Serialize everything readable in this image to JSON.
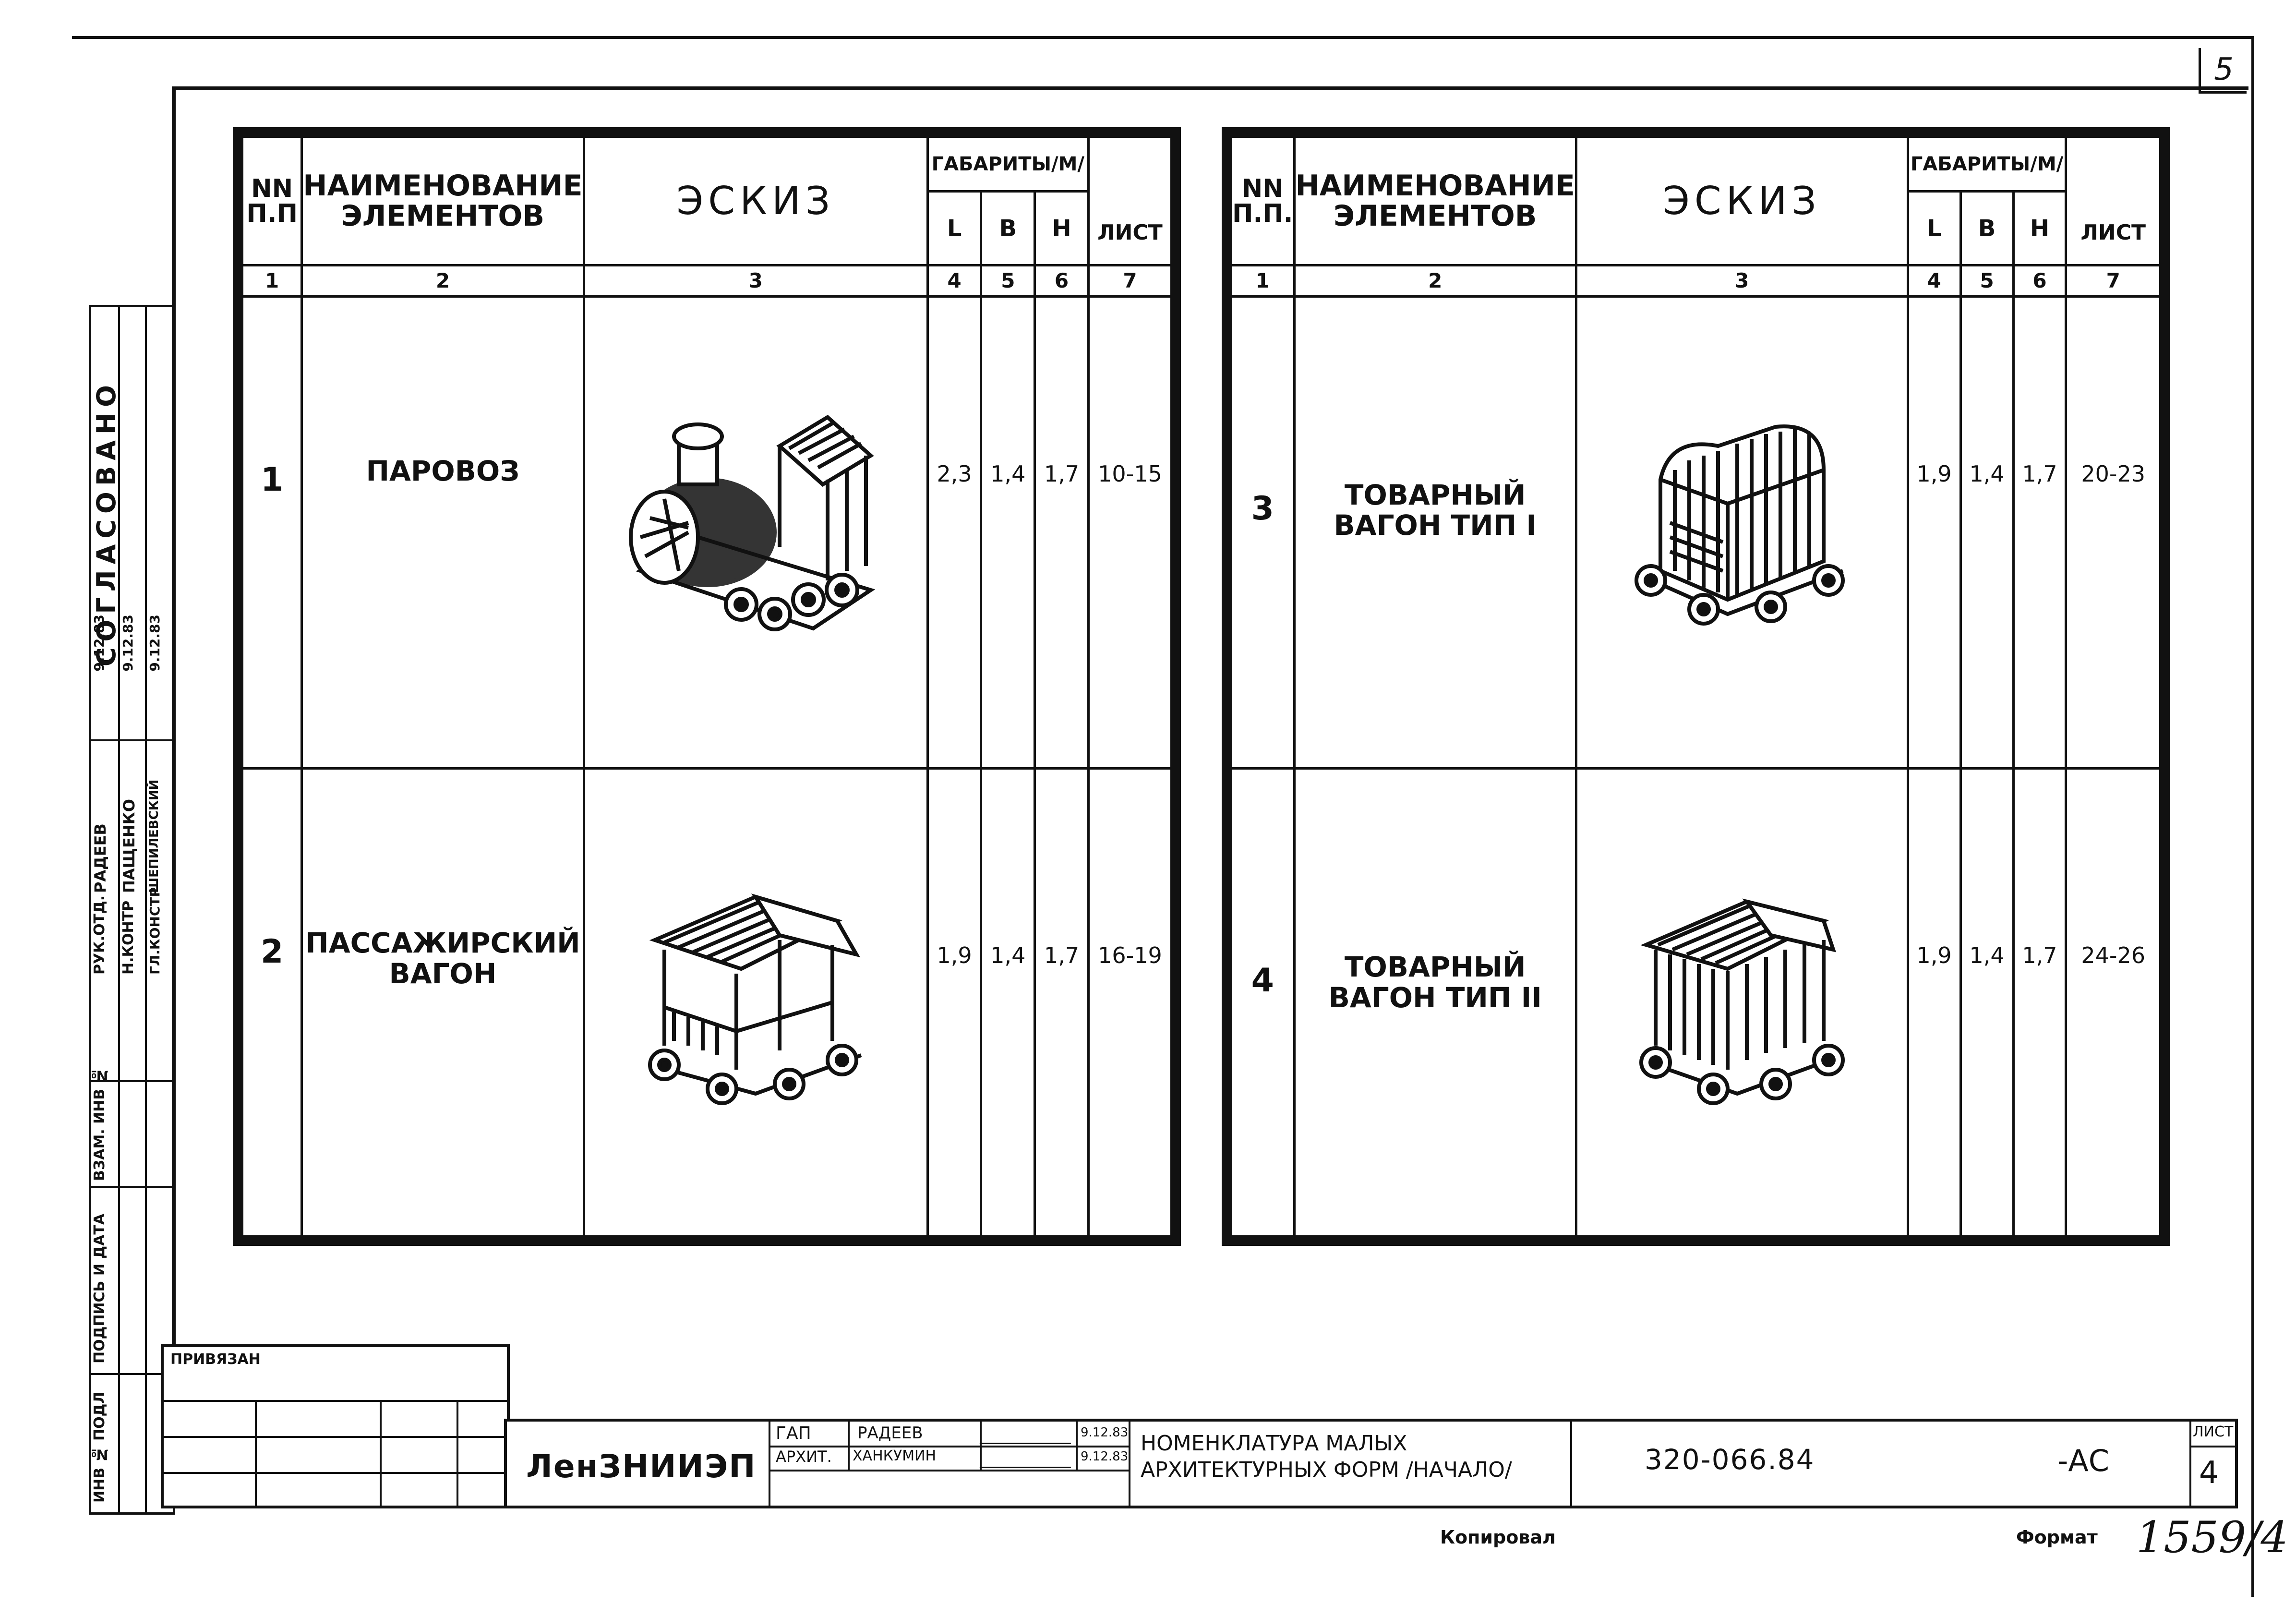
{
  "sheet_corner_number": "5",
  "left_table": {
    "headers": {
      "num": "NN П.П",
      "name": "НАИМЕНОВАНИЕ ЭЛЕМЕНТОВ",
      "sketch": "ЭСКИЗ",
      "gabarity": "ГАБАРИТЫ/М/",
      "l": "L",
      "b": "В",
      "h": "Н",
      "sheet": "ЛИСТ"
    },
    "col_numbers": [
      "1",
      "2",
      "3",
      "4",
      "5",
      "6",
      "7"
    ],
    "rows": [
      {
        "num": "1",
        "name": "ПАРОВОЗ",
        "l": "2,3",
        "b": "1,4",
        "h": "1,7",
        "sheet": "10-15",
        "icon": "steam-locomotive-icon"
      },
      {
        "num": "2",
        "name": "ПАССАЖИРСКИЙ ВАГОН",
        "l": "1,9",
        "b": "1,4",
        "h": "1,7",
        "sheet": "16-19",
        "icon": "passenger-wagon-icon"
      }
    ]
  },
  "right_table": {
    "headers": {
      "num": "NN П.П.",
      "name": "НАИМЕНОВАНИЕ ЭЛЕМЕНТОВ",
      "sketch": "ЭСКИЗ",
      "gabarity": "ГАБАРИТЫ/М/",
      "l": "L",
      "b": "В",
      "h": "Н",
      "sheet": "ЛИСТ"
    },
    "col_numbers": [
      "1",
      "2",
      "3",
      "4",
      "5",
      "6",
      "7"
    ],
    "rows": [
      {
        "num": "3",
        "name": "ТОВАРНЫЙ ВАГОН ТИП I",
        "l": "1,9",
        "b": "1,4",
        "h": "1,7",
        "sheet": "20-23",
        "icon": "freight-wagon-type-1-icon"
      },
      {
        "num": "4",
        "name": "ТОВАРНЫЙ ВАГОН ТИП II",
        "l": "1,9",
        "b": "1,4",
        "h": "1,7",
        "sheet": "24-26",
        "icon": "freight-wagon-type-2-icon"
      }
    ]
  },
  "side_stamp": {
    "agreed": "СОГЛАСОВАНО",
    "roles": [
      "РУК.ОТД.",
      "Н.КОНТР",
      "ГЛ.КОНСТР"
    ],
    "names": [
      "РАДЕЕВ",
      "ПАЩЕНКО",
      "ШЕПИЛЕВСКИЙ"
    ],
    "dates": [
      "9.12.83",
      "9.12.83",
      "9.12.83"
    ],
    "fields": [
      "ВЗАМ. ИНВ №",
      "ПОДПИСЬ И ДАТА",
      "ИНВ № ПОДЛ"
    ]
  },
  "title_block": {
    "bound_label": "ПРИВЯЗАН",
    "organization": "ЛенЗНИИЭП",
    "roles": [
      "ГАП",
      "АРХИТ."
    ],
    "names": [
      "РАДЕЕВ",
      "ХАНКУМИН"
    ],
    "dates": [
      "9.12.83",
      "9.12.83"
    ],
    "title": "НОМЕНКЛАТУРА МАЛЫХ АРХИТЕКТУРНЫХ ФОРМ /НАЧАЛО/",
    "project_code": "320-066.84",
    "doc_mark": "-АС",
    "sheet_label": "ЛИСТ",
    "sheet_number": "4"
  },
  "footer": {
    "copied": "Копировал",
    "format": "Формат",
    "handwritten": "1559/4"
  },
  "colors": {
    "ink": "#111111",
    "paper": "#ffffff"
  }
}
